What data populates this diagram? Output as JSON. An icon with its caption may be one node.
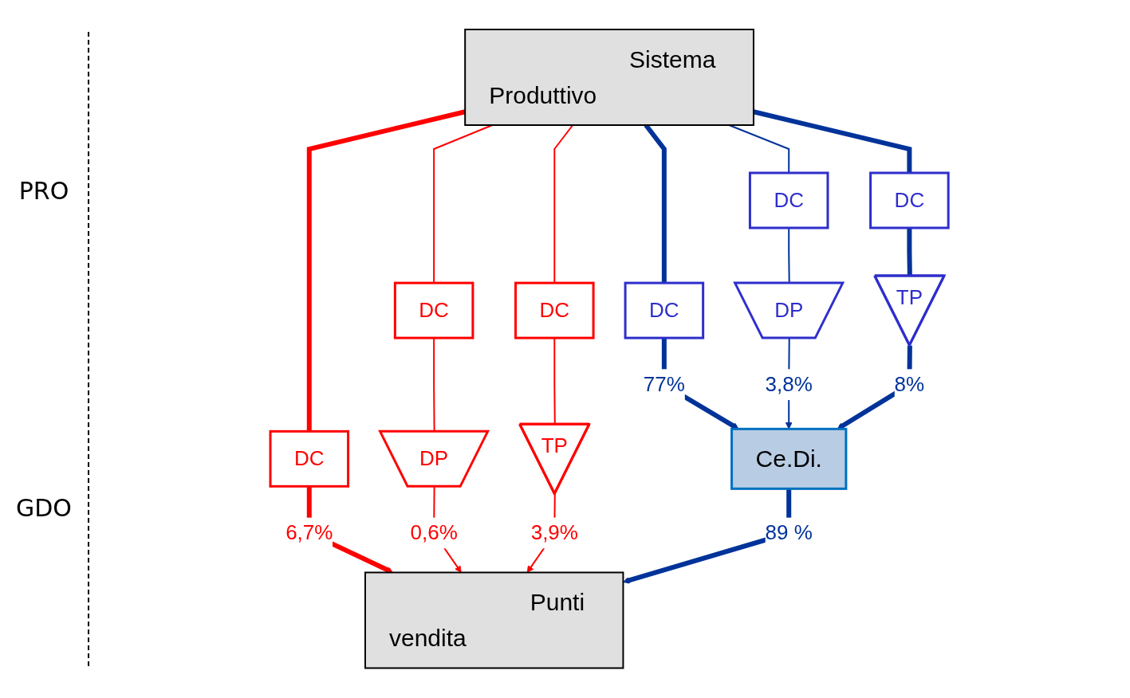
{
  "diagram": {
    "nodes": [
      {
        "text": [
          "Sistema Produttivo"
        ]
      },
      {
        "text": [
          "DC"
        ]
      },
      {
        "text": [
          "DC"
        ]
      },
      {
        "text": [
          "DC"
        ]
      },
      {
        "text": [
          "DC"
        ]
      },
      {
        "text": [
          "DC"
        ]
      },
      {
        "text": [
          "DC"
        ]
      },
      {
        "text": [
          "DP"
        ]
      },
      {
        "text": [
          "DP"
        ]
      },
      {
        "text": [
          "TP"
        ]
      },
      {
        "text": [
          "TP"
        ]
      },
      {
        "text": [
          "Ce.Di."
        ]
      },
      {
        "text": [
          "Punti vendita"
        ]
      }
    ],
    "edges": [
      {
        "from": 0,
        "to": 1,
        "arrow": "none",
        "style": "thick",
        "color": "#ff0000"
      },
      {
        "from": 1,
        "to": 12,
        "arrow": "to",
        "label": "6,7%",
        "style": "thick",
        "color": "#ff0000"
      },
      {
        "from": 0,
        "to": 2,
        "arrow": "none",
        "color": "#ff0000"
      },
      {
        "from": 2,
        "to": 7,
        "arrow": "none",
        "color": "#ff0000"
      },
      {
        "from": 7,
        "to": 12,
        "arrow": "to",
        "label": "0,6%",
        "color": "#ff0000"
      },
      {
        "from": 0,
        "to": 3,
        "arrow": "none",
        "color": "#ff0000"
      },
      {
        "from": 3,
        "to": 9,
        "arrow": "none",
        "color": "#ff0000"
      },
      {
        "from": 9,
        "to": 12,
        "arrow": "to",
        "label": "3,9%",
        "color": "#ff0000"
      },
      {
        "from": 0,
        "to": 4,
        "arrow": "none",
        "style": "thick"
      },
      {
        "from": 4,
        "to": 11,
        "arrow": "to",
        "label": "77%",
        "style": "thick"
      },
      {
        "from": 0,
        "to": 5,
        "arrow": "none"
      },
      {
        "from": 5,
        "to": 8,
        "arrow": "none"
      },
      {
        "from": 8,
        "to": 11,
        "arrow": "to",
        "label": "3,8%"
      },
      {
        "from": 0,
        "to": 6,
        "arrow": "none",
        "style": "thick"
      },
      {
        "from": 6,
        "to": 10,
        "arrow": "none",
        "style": "thick"
      },
      {
        "from": 10,
        "to": 11,
        "arrow": "to",
        "label": "8%",
        "style": "thick"
      },
      {
        "from": 11,
        "to": 12,
        "arrow": "to",
        "label": "89 %",
        "style": "thick"
      }
    ],
    "labels": [
      "PRO",
      "GDO"
    ]
  }
}
